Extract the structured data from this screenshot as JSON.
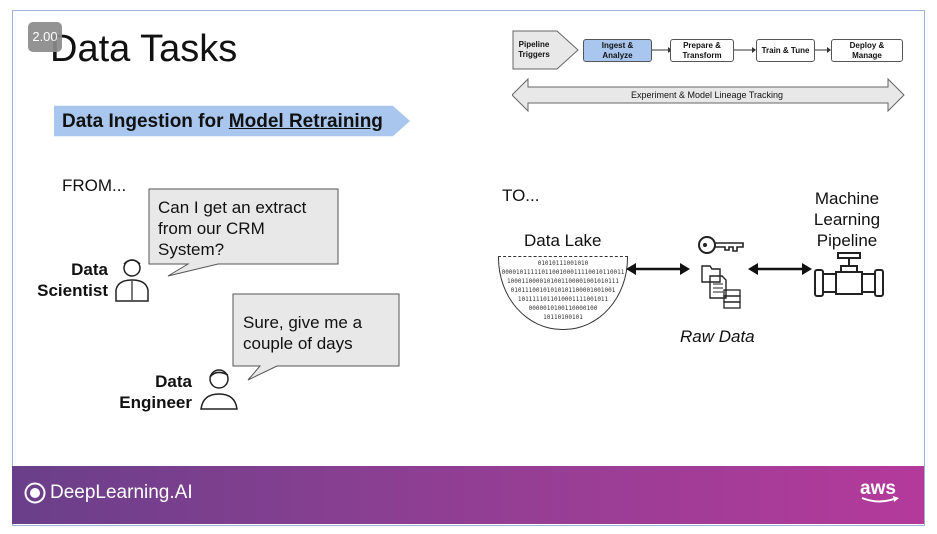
{
  "speed_badge": "2.00",
  "slide": {
    "title": "Data Tasks",
    "ribbon": {
      "text_prefix": "Data Ingestion for ",
      "text_underlined": "Model Retraining"
    },
    "from_label": "FROM...",
    "to_label": "TO...",
    "data_scientist": {
      "line1": "Data",
      "line2": "Scientist",
      "bubble": [
        "Can I get an extract",
        "from our CRM",
        "System?"
      ]
    },
    "data_engineer": {
      "line1": "Data",
      "line2": "Engineer",
      "bubble": [
        "Sure, give me a",
        "couple of days"
      ]
    },
    "data_lake_label": "Data Lake",
    "raw_data_label": "Raw Data",
    "ml_pipeline_label": [
      "Machine",
      "Learning",
      "Pipeline"
    ],
    "binary_rows": [
      "01010111001010",
      "0000101111101100100011110010110011",
      "1000110000101001100001001010111",
      "01011100101010101100001001001",
      "1011111011010001111001011",
      "0000010100110000100",
      "10110100101"
    ]
  },
  "pipeline": {
    "stages": [
      {
        "label1": "Pipeline",
        "label2": "Triggers"
      },
      {
        "label1": "Ingest &",
        "label2": "Analyze"
      },
      {
        "label1": "Prepare &",
        "label2": "Transform"
      },
      {
        "label1": "Train & Tune",
        "label2": ""
      },
      {
        "label1": "Deploy &",
        "label2": "Manage"
      }
    ],
    "tracking": "Experiment & Model Lineage Tracking",
    "highlight_color": "#a8c6ee"
  },
  "footer": {
    "brand": "DeepLearning.AI",
    "partner": "aws",
    "gradient": [
      "#6a3f8a",
      "#b43a9a"
    ]
  }
}
